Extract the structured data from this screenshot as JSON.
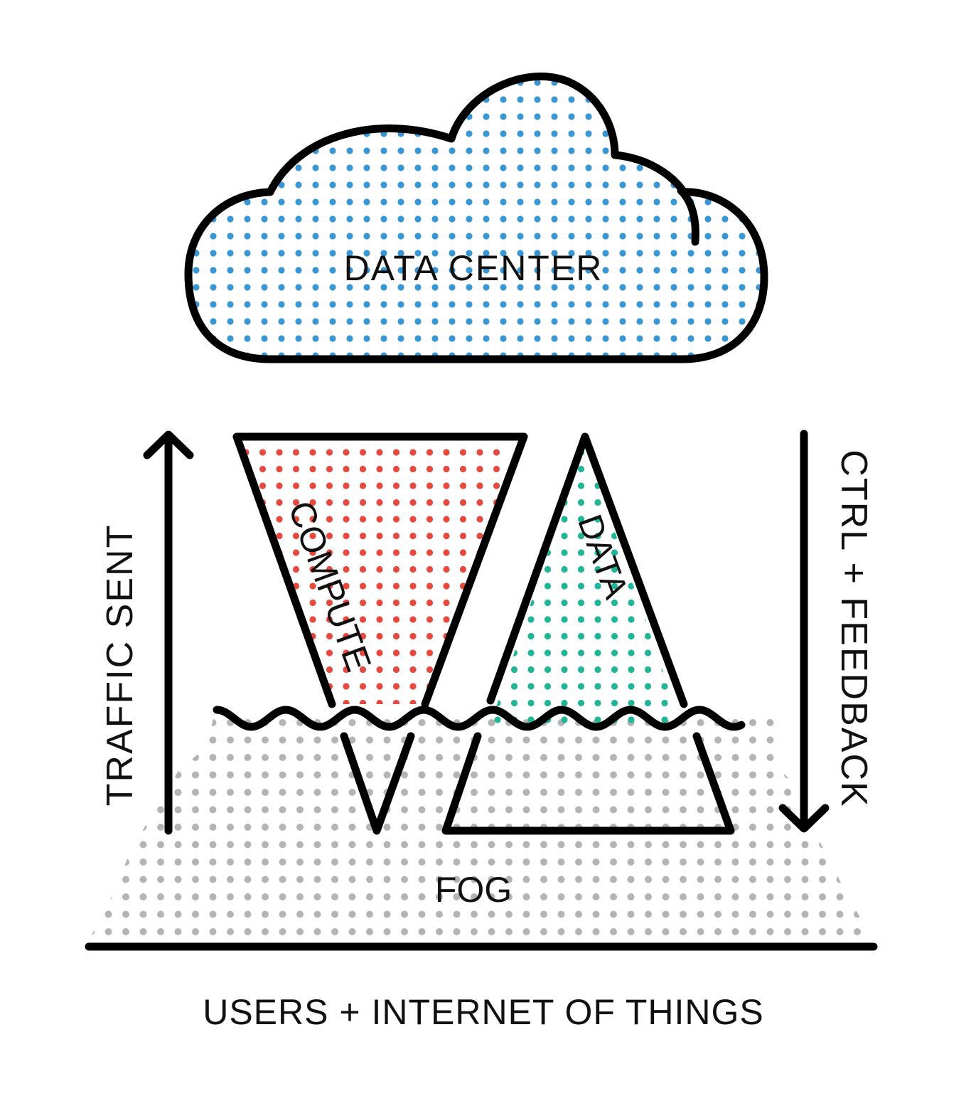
{
  "labels": {
    "data_center": "DATA CENTER",
    "compute": "COMPUTE",
    "data": "DATA",
    "traffic_sent": "TRAFFIC SENT",
    "ctrl_feedback": "CTRL + FEEDBACK",
    "fog": "FOG",
    "users_iot": "USERS + INTERNET OF THINGS"
  },
  "colors": {
    "data_center_dots": "#3a95d4",
    "compute_dots": "#e8493e",
    "data_dots": "#1fb596",
    "fog_dots": "#b4b4b4",
    "outline": "#000000",
    "text": "#111111"
  }
}
